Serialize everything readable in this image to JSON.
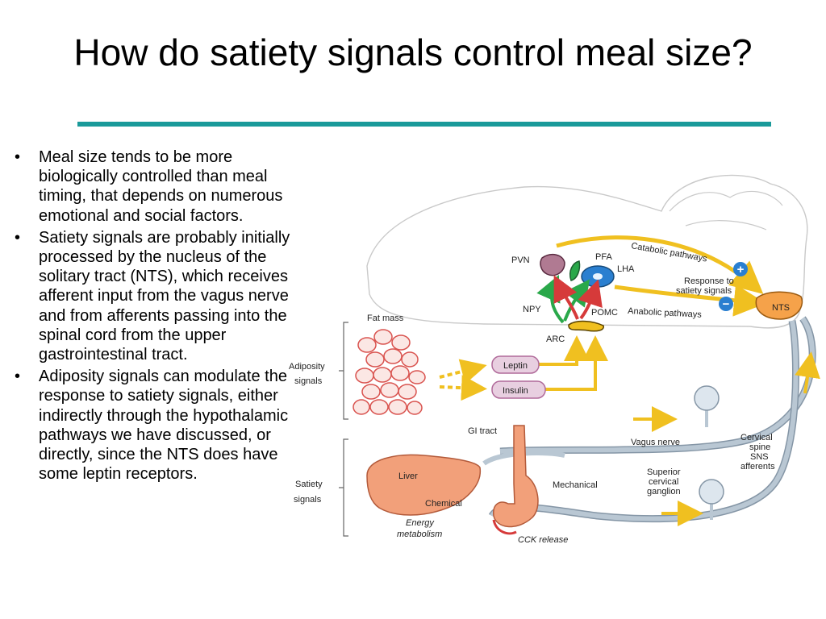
{
  "slide": {
    "title": "How do satiety signals control meal size?",
    "accent_color": "#1a9a9a",
    "bullets": [
      "Meal size tends to be more biologically controlled than meal timing, that depends on numerous emotional and social factors.",
      "Satiety signals are probably initially processed by the nucleus of the solitary tract (NTS), which receives afferent input from the vagus nerve and from afferents passing into the spinal cord from the upper gastrointestinal tract.",
      "Adiposity signals can modulate the response to satiety signals, either indirectly through the hypothalamic pathways we have discussed, or directly, since the NTS does have some leptin receptors."
    ],
    "bullet_glyph": "•"
  },
  "diagram": {
    "labels": {
      "pvn": "PVN",
      "pfa": "PFA",
      "lha": "LHA",
      "npy": "NPY",
      "pomc": "POMC",
      "arc": "ARC",
      "catabolic": "Catabolic pathways",
      "anabolic": "Anabolic pathways",
      "response_1": "Response to",
      "response_2": "satiety signals",
      "plus": "+",
      "minus": "−",
      "nts": "NTS",
      "fat_mass": "Fat mass",
      "adiposity_1": "Adiposity",
      "adiposity_2": "signals",
      "leptin": "Leptin",
      "insulin": "Insulin",
      "gi_tract": "GI tract",
      "vagus": "Vagus nerve",
      "cervical_1": "Cervical",
      "cervical_2": "spine",
      "cervical_3": "SNS",
      "cervical_4": "afferents",
      "superior_1": "Superior",
      "superior_2": "cervical",
      "superior_3": "ganglion",
      "satiety_1": "Satiety",
      "satiety_2": "signals",
      "liver": "Liver",
      "chemical": "Chemical",
      "mechanical": "Mechanical",
      "energy_1": "Energy",
      "energy_2": "metabolism",
      "cck": "CCK release"
    },
    "colors": {
      "nerve": "#b9c7d3",
      "nerve_edge": "#8596a6",
      "brain_outline": "#c9c9c9",
      "yellow_arrow": "#f0c020",
      "nts_orange": "#f5a24a",
      "liver": "#f2a07a",
      "fat_cell": "#d9534f",
      "box_fill": "#e8cfe0",
      "box_edge": "#b06a9a",
      "green": "#2aa84a",
      "red": "#d63a3a",
      "blue": "#2a7fd0",
      "pvn_fill": "#b07a92"
    }
  }
}
